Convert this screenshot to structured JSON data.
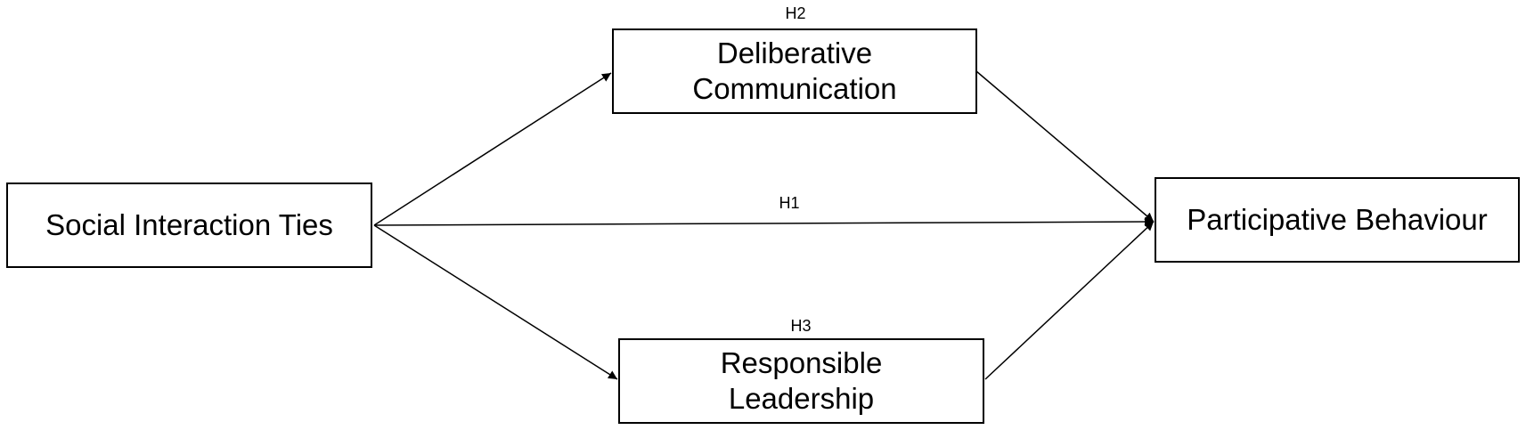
{
  "diagram": {
    "nodes": {
      "social_interaction_ties": "Social Interaction Ties",
      "deliberative_communication": "Deliberative\nCommunication",
      "responsible_leadership": "Responsible\nLeadership",
      "participative_behaviour": "Participative Behaviour"
    },
    "hypotheses": {
      "h1": "H1",
      "h2": "H2",
      "h3": "H3"
    },
    "edges": [
      {
        "from": "social_interaction_ties",
        "to": "deliberative_communication"
      },
      {
        "from": "social_interaction_ties",
        "to": "participative_behaviour",
        "label": "H1"
      },
      {
        "from": "social_interaction_ties",
        "to": "responsible_leadership"
      },
      {
        "from": "deliberative_communication",
        "to": "participative_behaviour"
      },
      {
        "from": "responsible_leadership",
        "to": "participative_behaviour"
      }
    ]
  }
}
